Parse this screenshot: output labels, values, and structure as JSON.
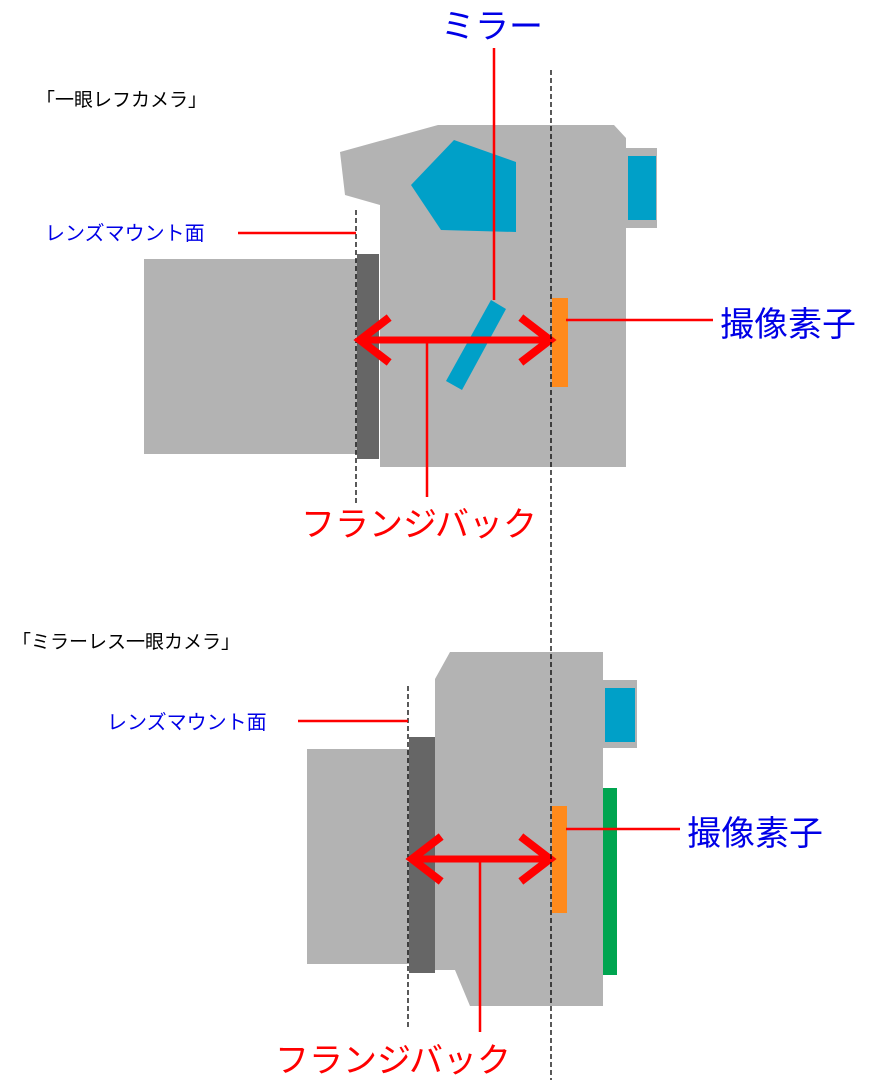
{
  "colors": {
    "body": "#b3b3b3",
    "mount": "#666666",
    "mirror_prism": "#00a0c8",
    "sensor": "#ff8a1c",
    "screen": "#00a550",
    "flange_arrow": "#ff0000",
    "blue_text": "#0000e6",
    "red_text": "#ff0000",
    "leader_red": "#ff0000",
    "dashed": "#000000"
  },
  "slr": {
    "title": "「一眼レフカメラ」",
    "mirror_label": "ミラー",
    "mount_label": "レンズマウント面",
    "sensor_label": "撮像素子",
    "flange_label": "フランジバック"
  },
  "mirrorless": {
    "title": "「ミラーレス一眼カメラ」",
    "mount_label": "レンズマウント面",
    "sensor_label": "撮像素子",
    "flange_label": "フランジバック"
  }
}
